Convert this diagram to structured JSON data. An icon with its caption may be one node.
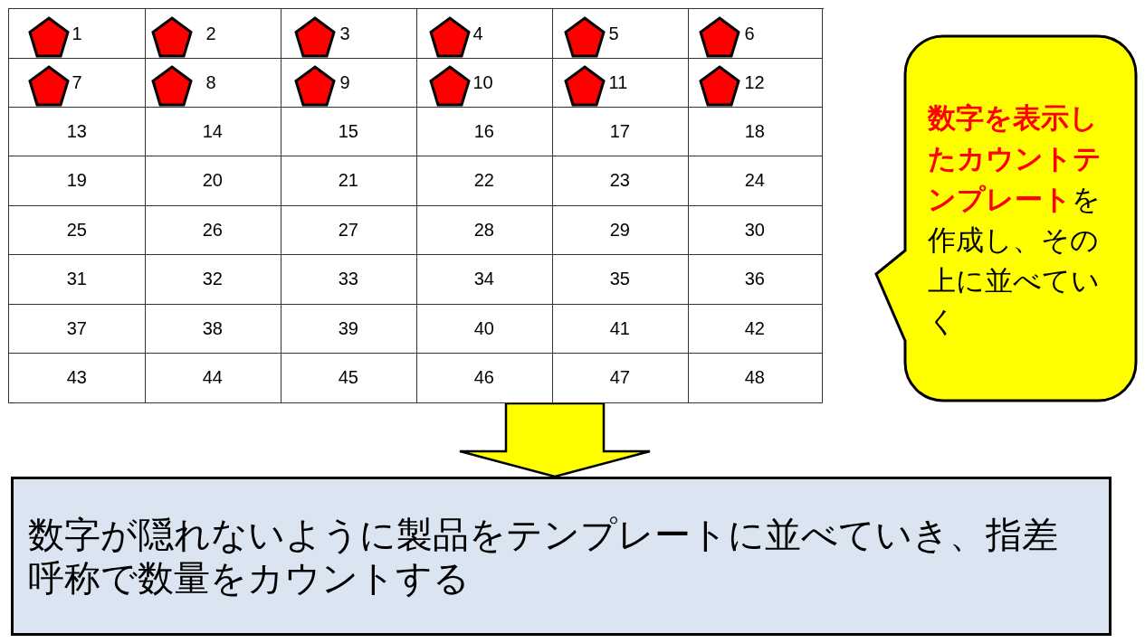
{
  "diagram": {
    "nodes": [
      {
        "text": [],
        "shape": "table"
      },
      {
        "text": [
          "**数字を表示したカウントテンプレート**を作成し、その上に並べていく"
        ]
      },
      {
        "text": [
          "数字が隠れないように製品をテンプレートに並べていき、指差呼称で数量をカウントする"
        ]
      }
    ],
    "edges": [
      {
        "from": 0,
        "to": 2,
        "arrow": "to"
      }
    ],
    "labels": [
      "1",
      "2",
      "3",
      "4",
      "5",
      "6",
      "7",
      "8",
      "9",
      "10",
      "11",
      "12",
      "13",
      "14",
      "15",
      "16",
      "17",
      "18",
      "19",
      "20",
      "21",
      "22",
      "23",
      "24",
      "25",
      "26",
      "27",
      "28",
      "29",
      "30",
      "31",
      "32",
      "33",
      "34",
      "35",
      "36",
      "37",
      "38",
      "39",
      "40",
      "41",
      "42",
      "43",
      "44",
      "45",
      "46",
      "47",
      "48"
    ]
  }
}
